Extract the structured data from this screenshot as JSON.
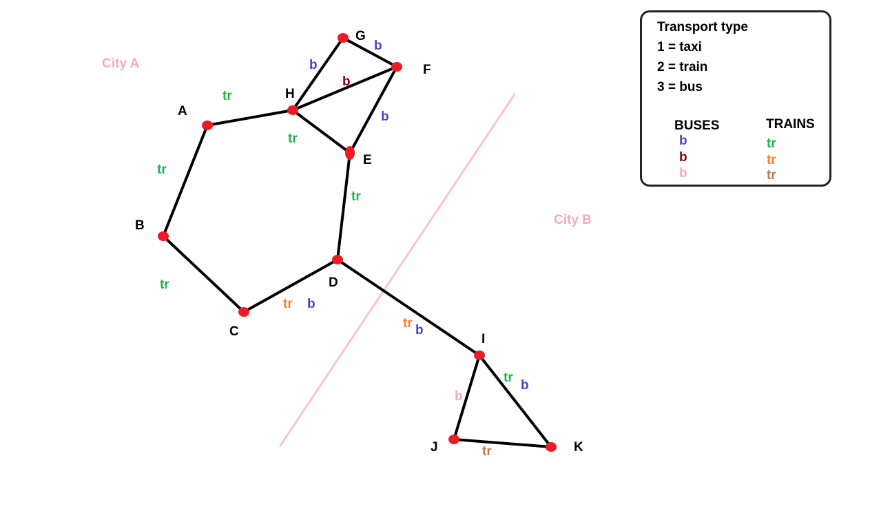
{
  "colors": {
    "train_green": "#22b14c",
    "train_orange": "#ff7f27",
    "train_brown": "#b97a57",
    "bus_blue": "#3f48cc",
    "bus_darkred": "#880015",
    "bus_pink": "#f7a8c4",
    "node_red": "#ed1c24",
    "border_line": "#f7c3d4",
    "city_label": "#f7a8c4"
  },
  "cities": [
    {
      "id": "cityA",
      "label": "City A"
    },
    {
      "id": "cityB",
      "label": "City B"
    }
  ],
  "nodes": [
    {
      "id": "A",
      "label": "A"
    },
    {
      "id": "B",
      "label": "B"
    },
    {
      "id": "C",
      "label": "C"
    },
    {
      "id": "D",
      "label": "D"
    },
    {
      "id": "E",
      "label": "E"
    },
    {
      "id": "F",
      "label": "F"
    },
    {
      "id": "G",
      "label": "G"
    },
    {
      "id": "H",
      "label": "H"
    },
    {
      "id": "I",
      "label": "I"
    },
    {
      "id": "J",
      "label": "J"
    },
    {
      "id": "K",
      "label": "K"
    }
  ],
  "edges": [
    {
      "from": "A",
      "to": "H",
      "labels": [
        {
          "text": "tr",
          "color": "train_green"
        }
      ]
    },
    {
      "from": "A",
      "to": "B",
      "labels": [
        {
          "text": "tr",
          "color": "train_green"
        }
      ]
    },
    {
      "from": "B",
      "to": "C",
      "labels": [
        {
          "text": "tr",
          "color": "train_green"
        }
      ]
    },
    {
      "from": "C",
      "to": "D",
      "labels": [
        {
          "text": "tr",
          "color": "train_orange"
        },
        {
          "text": "b",
          "color": "bus_blue"
        }
      ]
    },
    {
      "from": "D",
      "to": "E",
      "labels": [
        {
          "text": "tr",
          "color": "train_green"
        }
      ]
    },
    {
      "from": "H",
      "to": "E",
      "labels": [
        {
          "text": "tr",
          "color": "train_green"
        }
      ]
    },
    {
      "from": "H",
      "to": "G",
      "labels": [
        {
          "text": "b",
          "color": "bus_blue"
        }
      ]
    },
    {
      "from": "G",
      "to": "F",
      "labels": [
        {
          "text": "b",
          "color": "bus_blue"
        }
      ]
    },
    {
      "from": "H",
      "to": "F",
      "labels": [
        {
          "text": "b",
          "color": "bus_darkred"
        }
      ]
    },
    {
      "from": "F",
      "to": "E",
      "labels": [
        {
          "text": "b",
          "color": "bus_blue"
        }
      ]
    },
    {
      "from": "D",
      "to": "I",
      "labels": [
        {
          "text": "tr",
          "color": "train_orange"
        },
        {
          "text": "b",
          "color": "bus_blue"
        }
      ]
    },
    {
      "from": "I",
      "to": "J",
      "labels": [
        {
          "text": "b",
          "color": "bus_pink"
        }
      ]
    },
    {
      "from": "I",
      "to": "K",
      "labels": [
        {
          "text": "tr",
          "color": "train_green"
        },
        {
          "text": "b",
          "color": "bus_blue"
        }
      ]
    },
    {
      "from": "J",
      "to": "K",
      "labels": [
        {
          "text": "tr",
          "color": "train_brown"
        }
      ]
    }
  ],
  "legend": {
    "title": "Transport type",
    "items": [
      "1 = taxi",
      "2 = train",
      "3 = bus"
    ],
    "buses_header": "BUSES",
    "trains_header": "TRAINS",
    "buses": [
      {
        "text": "b",
        "color": "bus_blue"
      },
      {
        "text": "b",
        "color": "bus_darkred"
      },
      {
        "text": "b",
        "color": "bus_pink"
      }
    ],
    "trains": [
      {
        "text": "tr",
        "color": "train_green"
      },
      {
        "text": "tr",
        "color": "train_orange"
      },
      {
        "text": "tr",
        "color": "train_brown"
      }
    ]
  }
}
